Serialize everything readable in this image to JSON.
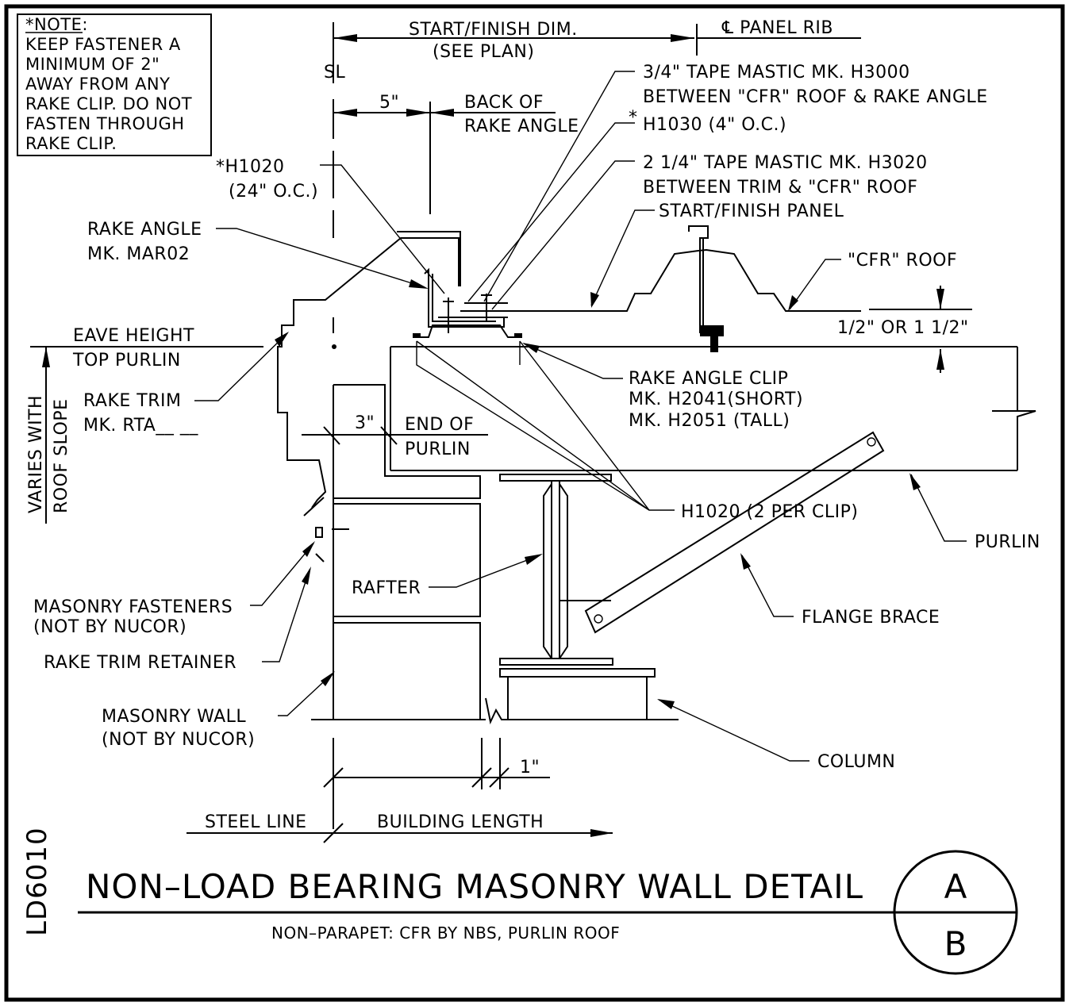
{
  "note": {
    "heading": "*NOTE:",
    "lines": [
      "KEEP FASTENER A",
      "MINIMUM OF 2\"",
      "AWAY FROM ANY",
      "RAKE CLIP. DO NOT",
      "FASTEN THROUGH",
      "RAKE CLIP."
    ]
  },
  "labels": {
    "start_finish_dim": "START/FINISH DIM.",
    "see_plan": "(SEE PLAN)",
    "panel_rib": "℄ PANEL RIB",
    "sl": "SL",
    "tape_mastic_1_a": "3/4\" TAPE MASTIC MK. H3000",
    "tape_mastic_1_b": "BETWEEN \"CFR\" ROOF & RAKE ANGLE",
    "dim_5": "5\"",
    "back_of": "BACK OF",
    "rake_angle_b": "RAKE ANGLE",
    "h1030": "H1030 (4\" O.C.)",
    "h1020_top_a": "*H1020",
    "h1020_top_b": "(24\" O.C.)",
    "tape_mastic_2_a": "2 1/4\" TAPE MASTIC MK. H3020",
    "tape_mastic_2_b": "BETWEEN TRIM & \"CFR\" ROOF",
    "start_finish_panel": "START/FINISH PANEL",
    "rake_angle_a": "RAKE ANGLE",
    "mk_mar02": "MK. MAR02",
    "cfr_roof": "\"CFR\" ROOF",
    "half_or_1half": "1/2\" OR 1 1/2\"",
    "eave_height": "EAVE HEIGHT",
    "top_purlin": "TOP PURLIN",
    "rake_angle_clip": "RAKE ANGLE CLIP",
    "mk_h2041": "MK. H2041(SHORT)",
    "mk_h2051": "MK. H2051 (TALL)",
    "rake_trim": "RAKE TRIM",
    "mk_rta": "MK. RTA__ __",
    "varies_with": "VARIES WITH",
    "roof_slope": "ROOF SLOPE",
    "dim_3": "3\"",
    "end_of": "END OF",
    "purlin_b": "PURLIN",
    "h1020_clip": "H1020 (2 PER CLIP)",
    "purlin": "PURLIN",
    "rafter": "RAFTER",
    "masonry_fasteners_a": "MASONRY FASTENERS",
    "masonry_fasteners_b": "(NOT BY NUCOR)",
    "flange_brace": "FLANGE BRACE",
    "rake_trim_retainer": "RAKE TRIM RETAINER",
    "masonry_wall_a": "MASONRY WALL",
    "masonry_wall_b": "(NOT BY NUCOR)",
    "column": "COLUMN",
    "dim_1": "1\"",
    "steel_line": "STEEL LINE",
    "building_length": "BUILDING LENGTH"
  },
  "title_block": {
    "drawing_code": "LD6010",
    "title": "NON–LOAD BEARING MASONRY WALL DETAIL",
    "subtitle": "NON–PARAPET: CFR BY NBS, PURLIN ROOF",
    "detail_top": "A",
    "detail_bottom": "B"
  }
}
